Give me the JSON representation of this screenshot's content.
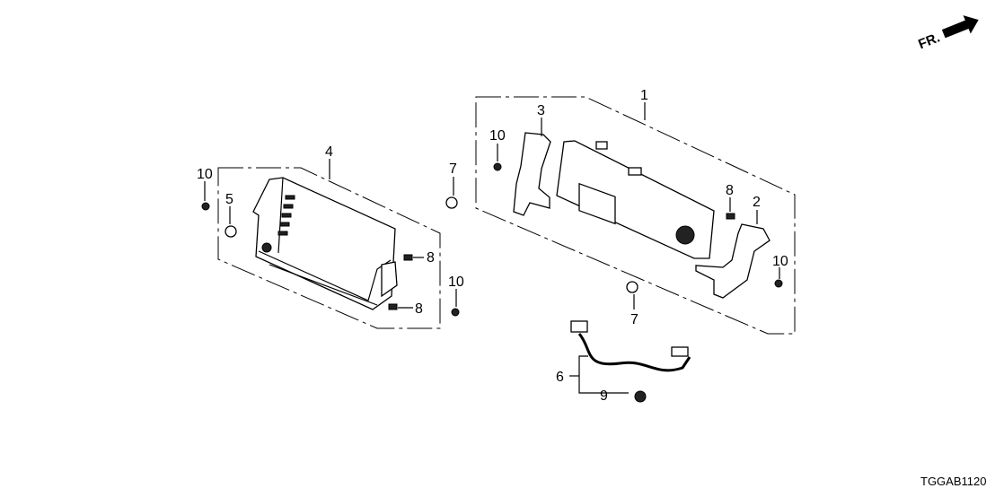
{
  "diagram": {
    "orientation_label": "FR.",
    "diagram_code": "TGGAB1120",
    "callouts": {
      "part_1": "1",
      "part_2": "2",
      "part_3": "3",
      "part_4": "4",
      "part_5": "5",
      "part_6": "6",
      "part_7_top": "7",
      "part_7_bottom": "7",
      "part_8_right": "8",
      "part_8_upper_left": "8",
      "part_8_lower_left": "8",
      "part_9": "9",
      "part_10_far_left": "10",
      "part_10_top": "10",
      "part_10_mid": "10",
      "part_10_right": "10"
    }
  }
}
